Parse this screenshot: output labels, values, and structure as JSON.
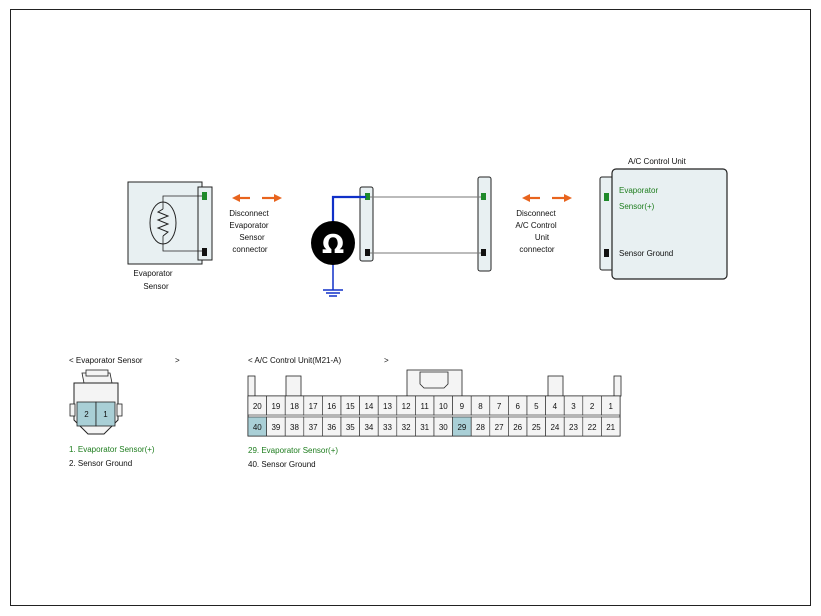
{
  "colors": {
    "arrow": "#e8641e",
    "pin_active": "#1e8a2a",
    "pin_ground": "#111111",
    "wire_blue": "#1030c8",
    "box_fill": "#e8f0f2",
    "cell_highlight": "#a9cfd6"
  },
  "diagram": {
    "evap_sensor_label": [
      "Evaporator",
      "Sensor"
    ],
    "disconnect_left": [
      "Disconnect",
      "Evaporator",
      "Sensor",
      "connector"
    ],
    "disconnect_right": [
      "Disconnect",
      "A/C Control",
      "Unit",
      "connector"
    ],
    "ohm_symbol": "Ω",
    "acu_title": "A/C Control Unit",
    "acu_pin1_label": [
      "Evaporator",
      "Sensor(+)"
    ],
    "acu_pin2_label": "Sensor Ground"
  },
  "evap_connector": {
    "title": "< Evaporator Sensor",
    "title_end": ">",
    "pins": [
      "2",
      "1"
    ],
    "legend": [
      {
        "text": "1.   Evaporator Sensor(+)",
        "color": "green"
      },
      {
        "text": "2.   Sensor Ground",
        "color": "black"
      }
    ]
  },
  "acu_connector": {
    "title": "< A/C Control Unit(M21-A)",
    "title_end": ">",
    "row_top": [
      "20",
      "19",
      "18",
      "17",
      "16",
      "15",
      "14",
      "13",
      "12",
      "11",
      "10",
      "9",
      "8",
      "7",
      "6",
      "5",
      "4",
      "3",
      "2",
      "1"
    ],
    "row_bottom": [
      "40",
      "39",
      "38",
      "37",
      "36",
      "35",
      "34",
      "33",
      "32",
      "31",
      "30",
      "29",
      "28",
      "27",
      "26",
      "25",
      "24",
      "23",
      "22",
      "21"
    ],
    "highlighted": [
      "40",
      "29"
    ],
    "legend": [
      {
        "text": "29.    Evaporator Sensor(+)",
        "color": "green"
      },
      {
        "text": "40.    Sensor Ground",
        "color": "black"
      }
    ]
  }
}
